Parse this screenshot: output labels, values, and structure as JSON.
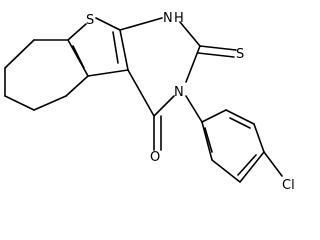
{
  "molecule": {
    "atoms": {
      "s_ring": "S",
      "nh": "H",
      "n_label": "N",
      "s_thione": "S",
      "n3": "N",
      "o": "O",
      "cl": "Cl"
    }
  },
  "colors": {
    "bond": "#000000",
    "label": "#000000",
    "background": "#ffffff"
  }
}
